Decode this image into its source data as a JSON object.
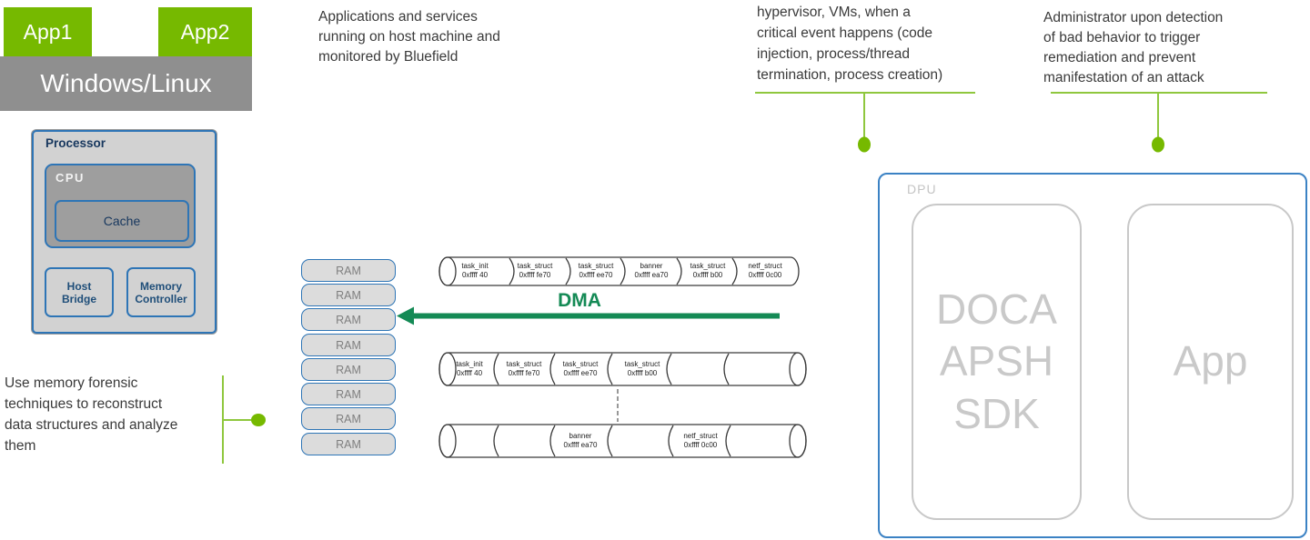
{
  "colors": {
    "nvidia_green": "#76B900",
    "connector_green": "#8FC73E",
    "dma_green": "#148A55",
    "box_blue_border": "#2E75B6",
    "dpu_blue_border": "#3B82C4",
    "gray_fill": "#D2D2D2",
    "dark_gray_fill": "#9E9E9E",
    "os_gray": "#8F8F8F",
    "faint_gray_text": "#C9C9C9",
    "navy_text": "#17375E"
  },
  "host": {
    "app1_label": "App1",
    "app2_label": "App2",
    "os_label": "Windows/Linux",
    "processor_label": "Processor",
    "cpu_label": "CPU",
    "cache_label": "Cache",
    "host_bridge_label": "Host\nBridge",
    "memory_controller_label": "Memory\nController"
  },
  "annotations": {
    "apps_text": "Applications and services\nrunning on host machine and\nmonitored by Bluefield",
    "events_text": "hypervisor, VMs, when a\ncritical event happens (code\ninjection, process/thread\ntermination, process creation)",
    "admin_text": "Administrator upon detection\nof bad behavior to trigger\nremediation and prevent\nmanifestation of an attack",
    "forensics_text": "Use memory forensic\ntechniques to reconstruct\ndata structures and analyze\nthem"
  },
  "memory": {
    "ram_label": "RAM",
    "ram_count": 8,
    "dma_label": "DMA"
  },
  "structures": {
    "rows": [
      {
        "segments": [
          {
            "name": "task_init",
            "addr": "0xffff 40"
          },
          {
            "name": "task_struct",
            "addr": "0xffff fe70"
          },
          {
            "name": "task_struct",
            "addr": "0xffff ee70"
          },
          {
            "name": "banner",
            "addr": "0xffff ea70"
          },
          {
            "name": "task_struct",
            "addr": "0xffff b00"
          },
          {
            "name": "netf_struct",
            "addr": "0xffff 0c00"
          }
        ]
      },
      {
        "segments": [
          {
            "name": "task_init",
            "addr": "0xffff 40"
          },
          {
            "name": "task_struct",
            "addr": "0xffff fe70"
          },
          {
            "name": "task_struct",
            "addr": "0xffff ee70"
          },
          {
            "name": "task_struct",
            "addr": "0xffff b00"
          },
          {
            "name": "",
            "addr": ""
          },
          {
            "name": "",
            "addr": ""
          }
        ]
      },
      {
        "segments": [
          {
            "name": "",
            "addr": ""
          },
          {
            "name": "",
            "addr": ""
          },
          {
            "name": "banner",
            "addr": "0xffff ea70"
          },
          {
            "name": "",
            "addr": ""
          },
          {
            "name": "netf_struct",
            "addr": "0xffff 0c00"
          },
          {
            "name": "",
            "addr": ""
          }
        ]
      }
    ]
  },
  "dpu": {
    "label": "DPU",
    "sdk_label": "DOCA APSH SDK",
    "app_label": "App"
  }
}
